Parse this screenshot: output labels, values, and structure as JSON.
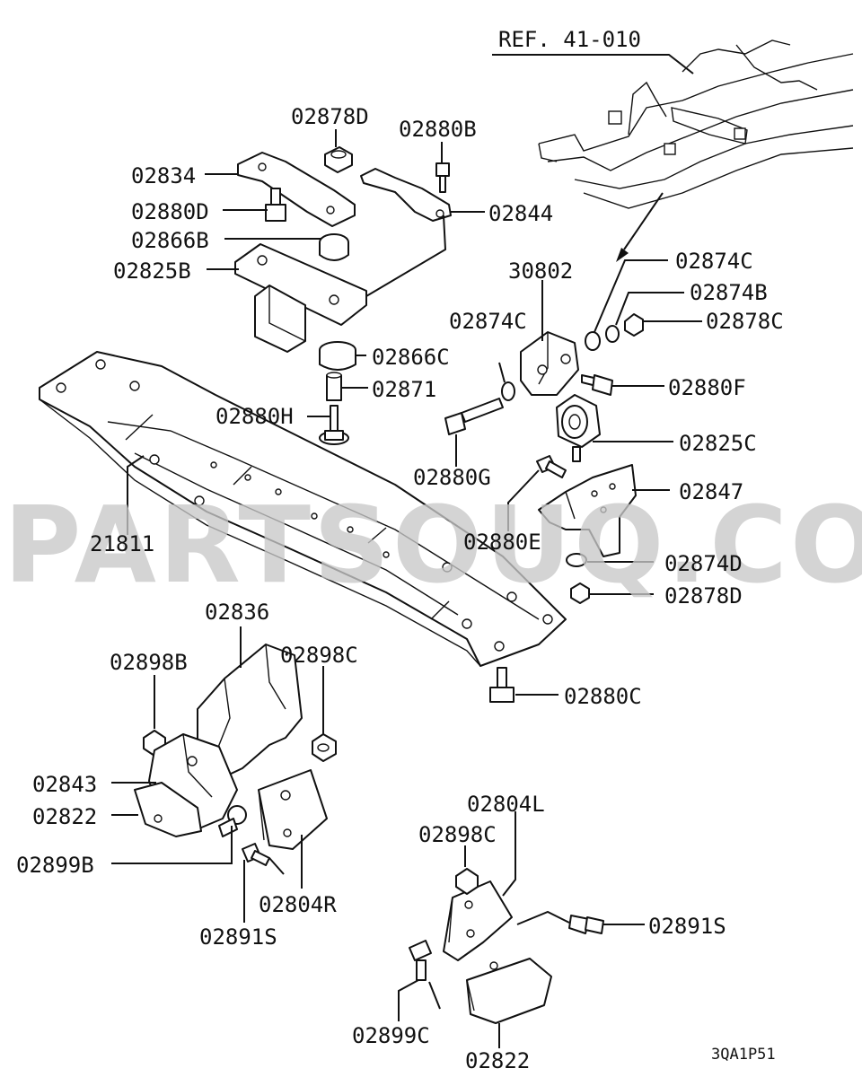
{
  "reference": "REF. 41-010",
  "watermark": "PARTSOUQ.COM",
  "drawing_code": "3QA1P51",
  "labels": {
    "p02878D_top": "02878D",
    "p02880B": "02880B",
    "p02834": "02834",
    "p02880D": "02880D",
    "p02844": "02844",
    "p02866B": "02866B",
    "p02825B": "02825B",
    "p30802": "30802",
    "p02874C_a": "02874C",
    "p02874B": "02874B",
    "p02874C_b": "02874C",
    "p02878C": "02878C",
    "p02866C": "02866C",
    "p02871": "02871",
    "p02880F": "02880F",
    "p02880H": "02880H",
    "p02825C": "02825C",
    "p02880G": "02880G",
    "p02847": "02847",
    "p21811": "21811",
    "p02880E": "02880E",
    "p02874D": "02874D",
    "p02878D_bot": "02878D",
    "p02836": "02836",
    "p02898B": "02898B",
    "p02898C_a": "02898C",
    "p02880C": "02880C",
    "p02843": "02843",
    "p02822_a": "02822",
    "p02899B": "02899B",
    "p02804R": "02804R",
    "p02891S_a": "02891S",
    "p02804L": "02804L",
    "p02898C_b": "02898C",
    "p02891S_b": "02891S",
    "p02899C": "02899C",
    "p02822_b": "02822"
  }
}
